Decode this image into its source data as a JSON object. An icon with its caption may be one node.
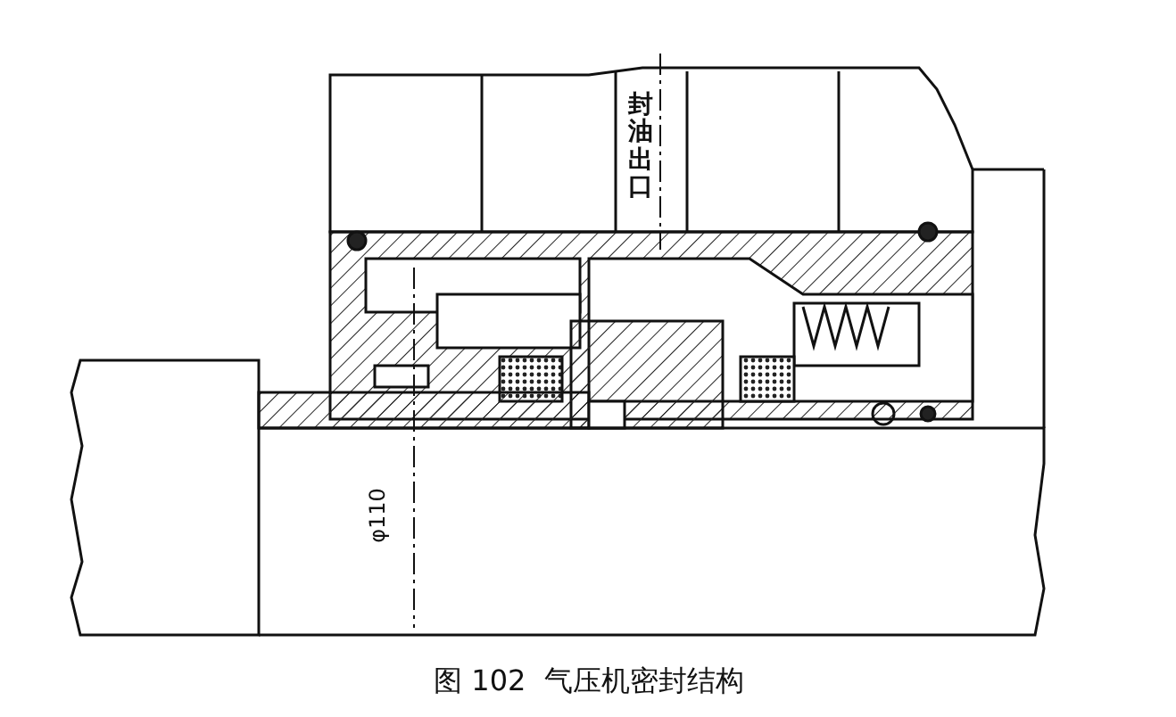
{
  "diagram": {
    "caption": "图 102  气压机密封结构",
    "labels": [
      "封油出口",
      "φ110"
    ]
  }
}
